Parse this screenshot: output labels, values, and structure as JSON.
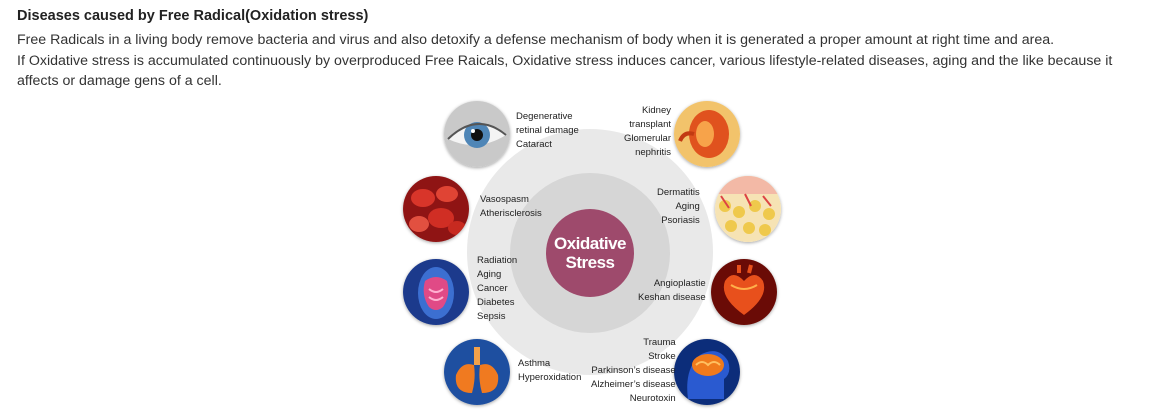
{
  "header": {
    "title": "Diseases caused by Free Radical(Oxidation stress)",
    "paragraphs": [
      "Free Radicals in a living body remove bacteria and virus and also detoxify a defense mechanism of body when it is generated a proper amount at right time and area.",
      "If Oxidative stress is accumulated continuously by overproduced Free Raicals, Oxidative stress induces cancer, various lifestyle-related diseases, aging and the like because it",
      "affects or damage gens of a cell."
    ]
  },
  "diagram": {
    "center": [
      "Oxidative",
      "Stress"
    ],
    "colors": {
      "core": "#9e4a6c",
      "ring_outer": "#e9e9e9",
      "ring_mid": "#d6d6d6"
    },
    "groups": [
      {
        "icon": "eye-icon",
        "labels": [
          "Degenerative",
          "retinal damage",
          "Cataract"
        ]
      },
      {
        "icon": "kidney-icon",
        "labels": [
          "Kidney",
          "transplant",
          "Glomerular",
          "nephritis"
        ]
      },
      {
        "icon": "blood-cells-icon",
        "labels": [
          "Vasospasm",
          "Atherisclerosis"
        ]
      },
      {
        "icon": "skin-icon",
        "labels": [
          "Dermatitis",
          "Aging",
          "Psoriasis"
        ]
      },
      {
        "icon": "body-organs-icon",
        "labels": [
          "Radiation",
          "Aging",
          "Cancer",
          "Diabetes",
          "Sepsis"
        ]
      },
      {
        "icon": "heart-icon",
        "labels": [
          "Angioplastie",
          "Keshan disease"
        ]
      },
      {
        "icon": "lungs-icon",
        "labels": [
          "Asthma",
          "Hyperoxidation"
        ]
      },
      {
        "icon": "brain-icon",
        "labels": [
          "Trauma",
          "Stroke",
          "Parkinson’s disease",
          "Alzheimer’s disease",
          "Neurotoxin"
        ]
      }
    ]
  }
}
